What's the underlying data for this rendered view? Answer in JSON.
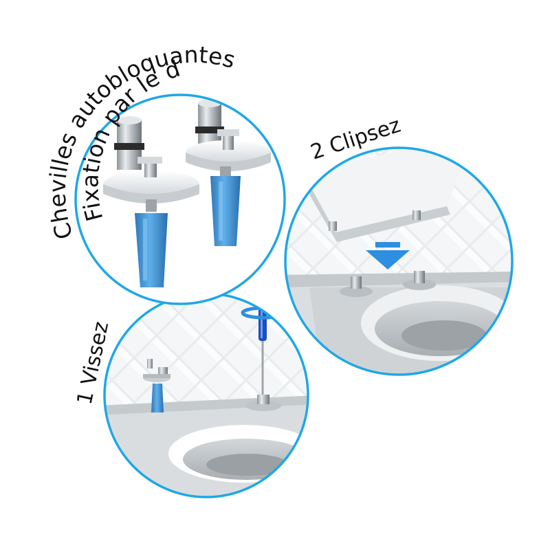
{
  "captions": {
    "top_line1": "Fixation par le dessus",
    "top_line2": "Chevilles autobloquantes",
    "step1": "1 Vissez",
    "step2": "2 Clipsez"
  },
  "colors": {
    "circle_border": "#1fa7e6",
    "dowel_blue": "#3b8fd4",
    "arrow_blue": "#2e8ee0",
    "tile_wall": "#e6e9ec",
    "ceramic": "#d8dcdf"
  },
  "icons": {
    "push_arrow": "down-arrow-icon",
    "rotate_arrow": "rotate-arrow-icon"
  }
}
